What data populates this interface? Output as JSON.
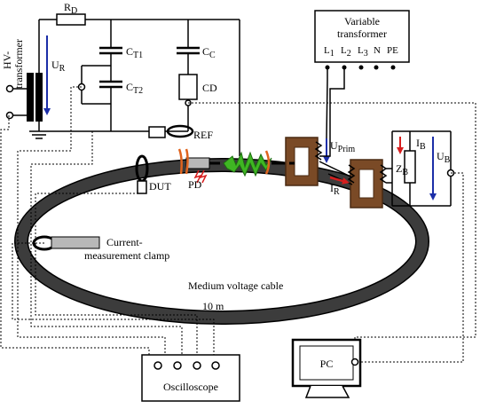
{
  "labels": {
    "hv_transformer": "HV-transformer",
    "hv_line1": "HV-",
    "hv_line2": "transformer",
    "rd": "R",
    "rd_sub": "D",
    "ur": "U",
    "ur_sub": "R",
    "ct1": "C",
    "ct1_sub": "T1",
    "ct2": "C",
    "ct2_sub": "T2",
    "cc": "C",
    "cc_sub": "C",
    "cd": "CD",
    "ref": "REF",
    "dut": "DUT",
    "pd": "PD",
    "variable_transformer_line1": "Variable",
    "variable_transformer_line2": "transformer",
    "terminals": [
      {
        "main": "L",
        "sub": "1"
      },
      {
        "main": "L",
        "sub": "2"
      },
      {
        "main": "L",
        "sub": "3"
      },
      {
        "main": "N",
        "sub": ""
      },
      {
        "main": "PE",
        "sub": ""
      }
    ],
    "uprim": "U",
    "uprim_sub": "Prim",
    "ir": "I",
    "ir_sub": "R",
    "ib": "I",
    "ib_sub": "B",
    "zb": "Z",
    "zb_sub": "B",
    "ub": "U",
    "ub_sub": "B",
    "clamp_line1": "Current-",
    "clamp_line2": "measurement clamp",
    "cable": "Medium voltage cable",
    "length": "10 m",
    "oscilloscope": "Oscilloscope",
    "pc": "PC"
  },
  "colors": {
    "line": "#000000",
    "cable": "#3c3c3c",
    "core": "#7a4a26",
    "core_dark": "#4a2a12",
    "arrow_blue": "#1c2ea8",
    "arrow_red": "#d61e1e",
    "termination_green": "#3fb623",
    "termination_orange": "#e0641e",
    "clamp_gray": "#b8b8b8"
  }
}
